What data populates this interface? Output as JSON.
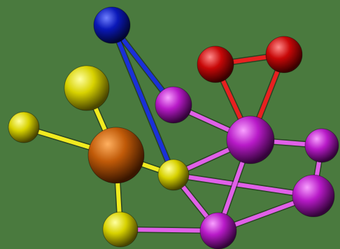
{
  "background": "#4a7a3e",
  "colors": {
    "blue": "#0a18b8",
    "yellow": "#d8d200",
    "orange": "#c05a08",
    "magenta": "#b81ac8",
    "red": "#c80808",
    "bond_blue": "#1a30d8",
    "bond_yellow": "#f0ea20",
    "bond_magenta": "#e060e8",
    "bond_red": "#e82020",
    "bond_orange": "#d87020"
  },
  "atoms": [
    {
      "id": "blue1",
      "color": "blue"
    },
    {
      "id": "yellow_top",
      "color": "yellow"
    },
    {
      "id": "yellow_left",
      "color": "yellow"
    },
    {
      "id": "yellow_mid",
      "color": "yellow"
    },
    {
      "id": "yellow_bottom",
      "color": "yellow"
    },
    {
      "id": "orange_center",
      "color": "orange"
    },
    {
      "id": "magenta_top",
      "color": "magenta"
    },
    {
      "id": "magenta_big",
      "color": "magenta"
    },
    {
      "id": "magenta_right",
      "color": "magenta"
    },
    {
      "id": "magenta_lowright",
      "color": "magenta"
    },
    {
      "id": "magenta_bottom",
      "color": "magenta"
    },
    {
      "id": "red_left",
      "color": "red"
    },
    {
      "id": "red_right",
      "color": "red"
    }
  ],
  "bonds": [
    {
      "a": "blue1",
      "b": "magenta_top",
      "color": "bond_blue"
    },
    {
      "a": "blue1",
      "b": "yellow_mid",
      "color": "bond_blue"
    },
    {
      "a": "yellow_top",
      "b": "orange_center",
      "color": "bond_yellow"
    },
    {
      "a": "yellow_left",
      "b": "orange_center",
      "color": "bond_yellow"
    },
    {
      "a": "orange_center",
      "b": "yellow_mid",
      "color": "bond_yellow"
    },
    {
      "a": "orange_center",
      "b": "yellow_bottom",
      "color": "bond_yellow"
    },
    {
      "a": "magenta_top",
      "b": "magenta_big",
      "color": "bond_magenta"
    },
    {
      "a": "yellow_mid",
      "b": "magenta_big",
      "color": "bond_magenta"
    },
    {
      "a": "yellow_mid",
      "b": "magenta_lowright",
      "color": "bond_magenta"
    },
    {
      "a": "yellow_mid",
      "b": "magenta_bottom",
      "color": "bond_magenta"
    },
    {
      "a": "yellow_bottom",
      "b": "magenta_bottom",
      "color": "bond_magenta"
    },
    {
      "a": "magenta_big",
      "b": "magenta_right",
      "color": "bond_magenta"
    },
    {
      "a": "magenta_big",
      "b": "magenta_bottom",
      "color": "bond_magenta"
    },
    {
      "a": "magenta_right",
      "b": "magenta_lowright",
      "color": "bond_magenta"
    },
    {
      "a": "magenta_lowright",
      "b": "magenta_bottom",
      "color": "bond_magenta"
    },
    {
      "a": "magenta_big",
      "b": "red_left",
      "color": "bond_red"
    },
    {
      "a": "magenta_big",
      "b": "red_right",
      "color": "bond_red"
    },
    {
      "a": "red_left",
      "b": "red_right",
      "color": "bond_red"
    }
  ]
}
